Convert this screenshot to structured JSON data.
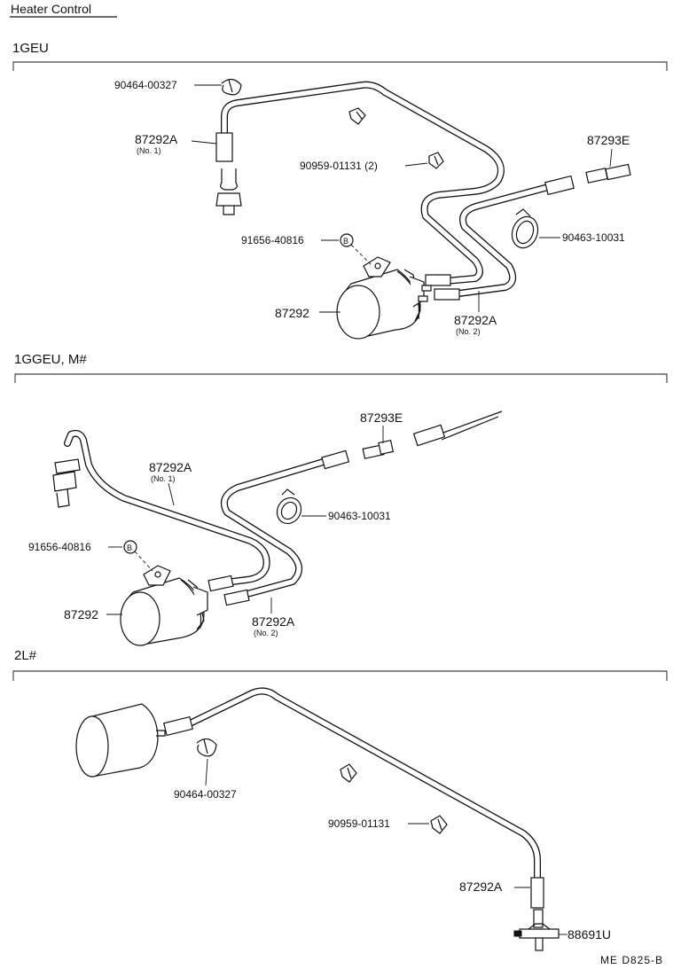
{
  "title": "Heater Control",
  "footer_code": "ME  D825-B",
  "sections": [
    {
      "label": "1GEU",
      "callouts": {
        "clip_top": "90464-00327",
        "hose_no1": "87292A",
        "hose_no1_sub": "(No. 1)",
        "clamp_top": "90959-01131 (2)",
        "valve_joint": "87293E",
        "bolt": "91656-40816",
        "bolt_mark": "B",
        "hose_clamp": "90463-10031",
        "valve": "87292",
        "hose_no2": "87292A",
        "hose_no2_sub": "(No. 2)"
      }
    },
    {
      "label": "1GGEU, M#",
      "callouts": {
        "valve_joint": "87293E",
        "hose_no1": "87292A",
        "hose_no1_sub": "(No. 1)",
        "hose_clamp": "90463-10031",
        "bolt": "91656-40816",
        "bolt_mark": "B",
        "valve": "87292",
        "hose_no2": "87292A",
        "hose_no2_sub": "(No. 2)"
      }
    },
    {
      "label": "2L#",
      "callouts": {
        "clip": "90464-00327",
        "clamp": "90959-01131",
        "hose": "87292A",
        "union": "88691U"
      }
    }
  ]
}
